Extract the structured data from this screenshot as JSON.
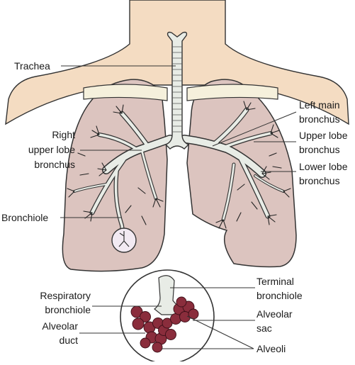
{
  "labels": {
    "trachea": "Trachea",
    "right_upper_lobe_bronchus": [
      "Right",
      "upper lobe",
      "bronchus"
    ],
    "bronchiole": "Bronchiole",
    "left_main_bronchus": [
      "Left main",
      "bronchus"
    ],
    "upper_lobe_bronchus": [
      "Upper lobe",
      "bronchus"
    ],
    "lower_lobe_bronchus": [
      "Lower lobe",
      "bronchus"
    ],
    "respiratory_bronchiole": [
      "Respiratory",
      "bronchiole"
    ],
    "alveolar_duct": [
      "Alveolar",
      "duct"
    ],
    "terminal_bronchiole": [
      "Terminal",
      "bronchiole"
    ],
    "alveolar_sac": [
      "Alveolar",
      "sac"
    ],
    "alveoli": "Alveoli"
  },
  "colors": {
    "skin": "#f4dcc2",
    "lung": "#dcc4bf",
    "collarbone": "#f5f0dc",
    "airway": "#e8ece6",
    "alveolus": "#8a2d3c",
    "outline": "#222222"
  }
}
